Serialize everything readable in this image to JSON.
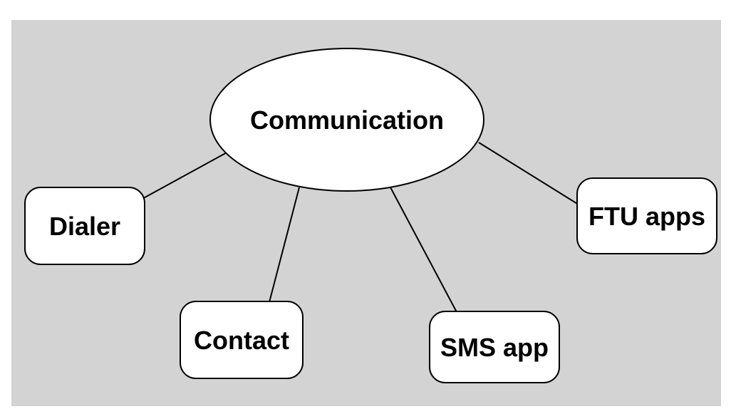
{
  "diagram": {
    "type": "topology",
    "background_color": "#d3d3d3",
    "shape_fill": "#ffffff",
    "line_color": "#000000",
    "center": {
      "label": "Communication",
      "shape": "ellipse"
    },
    "nodes": [
      {
        "label": "Dialer",
        "shape": "rounded-rect"
      },
      {
        "label": "Contact",
        "shape": "rounded-rect"
      },
      {
        "label": "SMS app",
        "shape": "rounded-rect"
      },
      {
        "label": "FTU apps",
        "shape": "rounded-rect"
      }
    ],
    "edges": [
      {
        "from": "Communication",
        "to": "Dialer"
      },
      {
        "from": "Communication",
        "to": "Contact"
      },
      {
        "from": "Communication",
        "to": "SMS app"
      },
      {
        "from": "Communication",
        "to": "FTU apps"
      }
    ]
  }
}
